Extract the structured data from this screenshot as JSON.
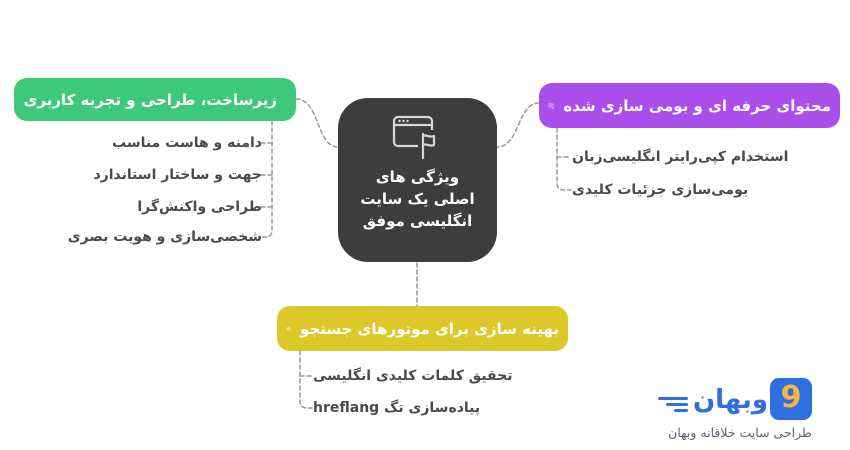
{
  "background": "#ffffff",
  "connector_color": "#999999",
  "item_text_color": "#4a4a4a",
  "central": {
    "color": "#3d3d3d",
    "icon": "browser-flag-icon",
    "title_lines": [
      "ویژگی های",
      "اصلی یک سایت",
      "انگلیسی موفق"
    ]
  },
  "branches": {
    "infrastructure": {
      "label": "زیرساخت، طراحی و تجربه کاربری",
      "color": "#3ec879",
      "icon": "monitor-design-icon",
      "items": [
        "دامنه و هاست مناسب",
        "جهت و ساختار استاندارد",
        "طراحی واکنش‌گرا",
        "شخصی‌سازی و هویت بصری"
      ]
    },
    "content": {
      "label": "محتوای حرفه ای و بومی سازی شده",
      "color": "#ab4fec",
      "icon": "translate-certificate-icon",
      "items": [
        "استخدام کپی‌رایتر انگلیسی‌زبان",
        "بومی‌سازی جزئیات کلیدی"
      ]
    },
    "seo": {
      "label": "بهینه سازی برای موتورهای جستجو",
      "color": "#ddc82a",
      "icon": "globe-growth-icon",
      "items": [
        "تحقیق کلمات کلیدی انگلیسی",
        "پیاده‌سازی تگ hreflang"
      ]
    }
  },
  "logo": {
    "brand": "وبهان",
    "mark": "9",
    "tagline": "طراحی سایت خلاقانه وبهان",
    "blue": "#2e6fe2",
    "yellow": "#f6b93b"
  }
}
